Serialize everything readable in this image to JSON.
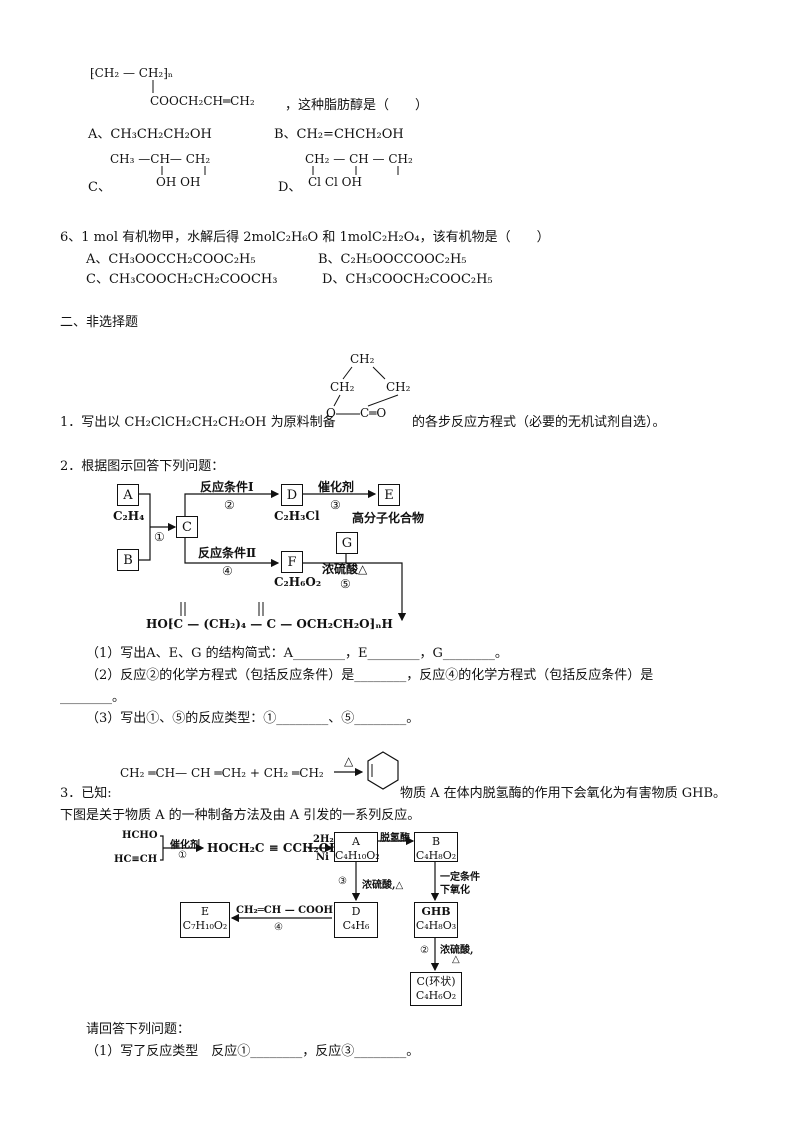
{
  "q5": {
    "poly_top": "⁅CH₂ — CH₂⁆ₙ",
    "poly_bottom": "COOCH₂CH═CH₂",
    "suffix": "，这种脂肪醇是（　　）",
    "optA": "A、CH₃CH₂CH₂OH",
    "optB": "B、CH₂=CHCH₂OH",
    "optC_label": "C、",
    "optC_top": "CH₃ —CH— CH₂",
    "optC_bottom": "OH   OH",
    "optD_label": "D、",
    "optD_top": "CH₂ — CH — CH₂",
    "optD_bottom": "Cl     Cl    OH"
  },
  "q6": {
    "stem": "6、1 mol 有机物甲，水解后得 2molC₂H₆O 和 1molC₂H₂O₄，该有机物是（　　）",
    "optA": "A、CH₃OOCCH₂COOC₂H₅",
    "optB": "B、C₂H₅OOCCOOC₂H₅",
    "optC": "C、CH₃COOCH₂CH₂COOCH₃",
    "optD": "D、CH₃COOCH₂COOC₂H₅"
  },
  "section2_title": "二、非选择题",
  "nq1": {
    "prefix": "1．写出以 CH₂ClCH₂CH₂CH₂OH 为原料制备",
    "suffix": "的各步反应方程式（必要的无机试剂自选）。",
    "ring_top": "CH₂",
    "ring_left": "CH₂",
    "ring_right": "CH₂",
    "ring_o": "O",
    "ring_c": "C═O"
  },
  "nq2": {
    "stem": "2．根据图示回答下列问题：",
    "boxA": "A",
    "subA": "C₂H₄",
    "boxB": "B",
    "boxC": "C",
    "boxD": "D",
    "subD": "C₂H₃Cl",
    "boxE": "E",
    "subE": "高分子化合物",
    "boxF": "F",
    "subF": "C₂H₆O₂",
    "boxG": "G",
    "cond1": "反应条件Ⅰ",
    "cond2": "反应条件Ⅱ",
    "catalyst": "催化剂",
    "acid": "浓硫酸△",
    "n1": "①",
    "n2": "②",
    "n3": "③",
    "n4": "④",
    "n5": "⑤",
    "polymer": "HO⁅C — (CH₂)₄ — C — OCH₂CH₂O⁆ₙH",
    "q1": "（1）写出A、E、G 的结构简式：A________，E________，G________。",
    "q2a": "（2）反应②的化学方程式（包括反应条件）是________，反应④的化学方程式（包括反应条件）是",
    "q2b": "________。",
    "q3": "（3）写出①、⑤的反应类型：①________、⑤________。"
  },
  "nq3": {
    "label": "3．已知:",
    "equation": "CH₂ ═CH— CH ═CH₂ + CH₂ ═CH₂",
    "delta": "△",
    "tail": "物质 A 在体内脱氢酶的作用下会氧化为有害物质 GHB。",
    "line2": "下图是关于物质 A 的一种制备方法及由 A 引发的一系列反应。",
    "hcho": "HCHO",
    "hcch": "HC≡CH",
    "catalyst": "催化剂",
    "n1": "①",
    "inter": "HOCH₂C ≡ CCH₂OH",
    "h2": "2H₂",
    "ni": "Ni",
    "boxA_t": "A",
    "boxA_f": "C₄H₁₀O₂",
    "dehyd": "脱氢酶",
    "boxB_t": "B",
    "boxB_f": "C₄H₈O₂",
    "oxid1": "一定条件",
    "oxid2": "下氧化",
    "boxGHB_t": "GHB",
    "boxGHB_f": "C₄H₈O₃",
    "acid2": "浓硫酸,",
    "acid2b": "△",
    "n2": "②",
    "boxC_t": "C(环状)",
    "boxC_f": "C₄H₆O₂",
    "n3": "③",
    "acid3": "浓硫酸,△",
    "boxD_t": "D",
    "boxD_f": "C₄H₆",
    "acrylic": "CH₂═CH — COOH",
    "n4": "④",
    "boxE_t": "E",
    "boxE_f": "C₇H₁₀O₂",
    "ask": "请回答下列问题：",
    "q1": "（1）写了反应类型　反应①________，反应③________。"
  }
}
